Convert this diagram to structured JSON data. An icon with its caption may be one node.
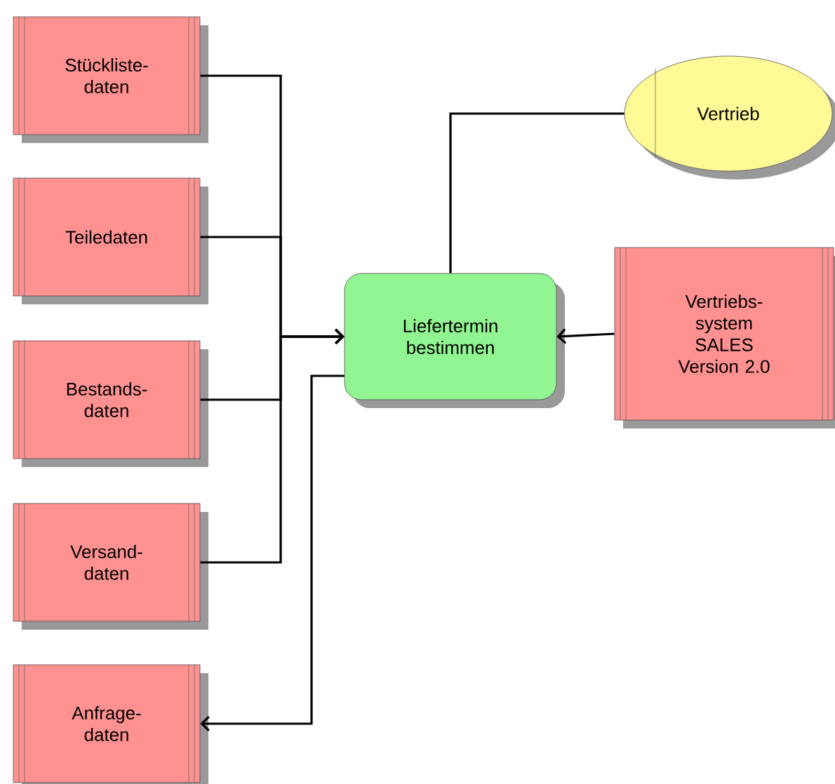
{
  "diagram": {
    "nodes": [
      {
        "text": [
          "Stückliste- daten"
        ]
      },
      {
        "text": [
          "Teiledaten"
        ]
      },
      {
        "text": [
          "Bestands- daten"
        ]
      },
      {
        "text": [
          "Versand- daten"
        ]
      },
      {
        "text": [
          "Anfrage- daten"
        ]
      },
      {
        "text": [
          "Liefertermin bestimmen"
        ]
      },
      {
        "text": [
          "Vertrieb"
        ]
      },
      {
        "text": [
          "Vertriebs- system SALES Version 2.0"
        ]
      }
    ],
    "edges": [
      {
        "from": 0,
        "to": 5,
        "arrow": "to"
      },
      {
        "from": 1,
        "to": 5,
        "arrow": "to"
      },
      {
        "from": 2,
        "to": 5,
        "arrow": "to"
      },
      {
        "from": 3,
        "to": 5,
        "arrow": "to"
      },
      {
        "from": 5,
        "to": 4,
        "arrow": "to"
      },
      {
        "from": 6,
        "to": 5,
        "arrow": "none"
      },
      {
        "from": 7,
        "to": 5,
        "arrow": "to"
      }
    ]
  }
}
